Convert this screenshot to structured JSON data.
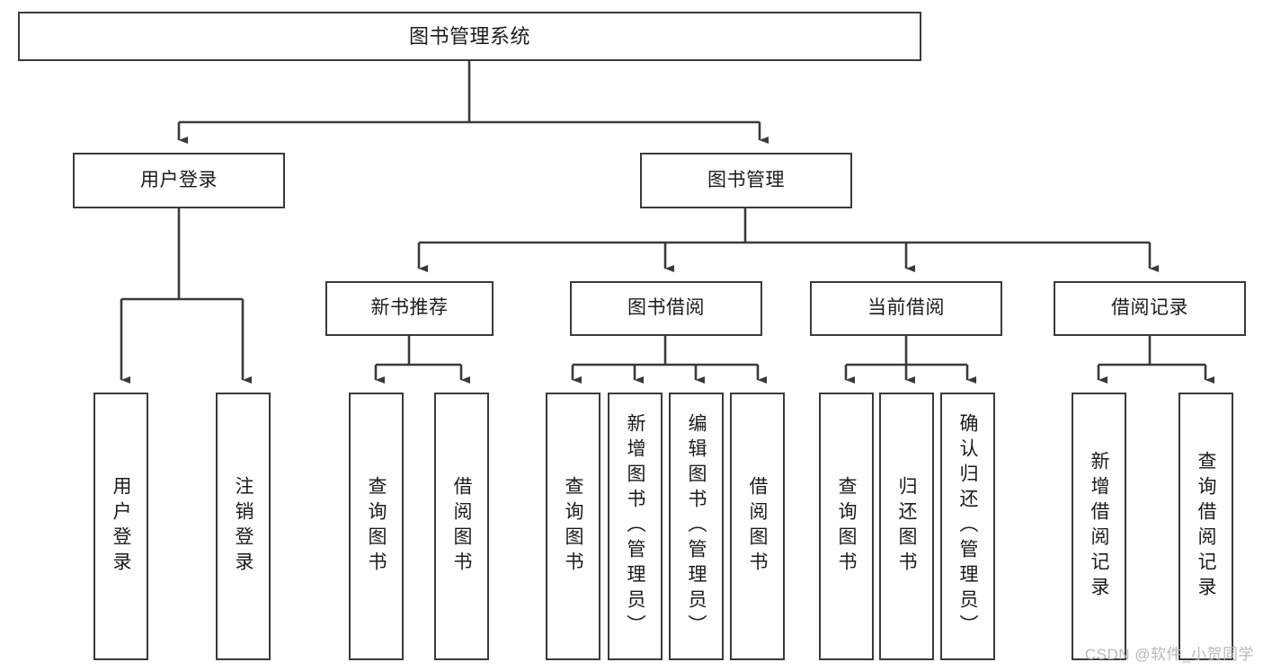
{
  "diagram": {
    "title": "图书管理系统",
    "type": "tree-hierarchy",
    "watermark": "CSDN @软件_小贺同学",
    "colors": {
      "box_border": "#3a3a3a",
      "box_fill": "#ffffff",
      "connector": "#3a3a3a",
      "text": "#1b1b1b",
      "watermark": "#b8b8b8"
    },
    "levels": {
      "root": {
        "label": "图书管理系统"
      },
      "level2": [
        {
          "id": "user-login",
          "label": "用户登录"
        },
        {
          "id": "book-manage",
          "label": "图书管理"
        }
      ],
      "level3": [
        {
          "id": "new-book-recommend",
          "label": "新书推荐",
          "parent": "book-manage"
        },
        {
          "id": "book-borrow",
          "label": "图书借阅",
          "parent": "book-manage"
        },
        {
          "id": "current-borrow",
          "label": "当前借阅",
          "parent": "book-manage"
        },
        {
          "id": "borrow-record",
          "label": "借阅记录",
          "parent": "book-manage"
        }
      ],
      "leaves": [
        {
          "id": "leaf-user-login",
          "label": "用户登录",
          "parent": "user-login"
        },
        {
          "id": "leaf-logout",
          "label": "注销登录",
          "parent": "user-login"
        },
        {
          "id": "leaf-query-book-1",
          "label": "查询图书",
          "parent": "new-book-recommend"
        },
        {
          "id": "leaf-borrow-book-1",
          "label": "借阅图书",
          "parent": "new-book-recommend"
        },
        {
          "id": "leaf-query-book-2",
          "label": "查询图书",
          "parent": "book-borrow"
        },
        {
          "id": "leaf-add-book",
          "label": "新增图书（管理员）",
          "parent": "book-borrow"
        },
        {
          "id": "leaf-edit-book",
          "label": "编辑图书（管理员）",
          "parent": "book-borrow"
        },
        {
          "id": "leaf-borrow-book-2",
          "label": "借阅图书",
          "parent": "book-borrow"
        },
        {
          "id": "leaf-query-book-3",
          "label": "查询图书",
          "parent": "current-borrow"
        },
        {
          "id": "leaf-return-book",
          "label": "归还图书",
          "parent": "current-borrow"
        },
        {
          "id": "leaf-confirm-return",
          "label": "确认归还（管理员）",
          "parent": "current-borrow"
        },
        {
          "id": "leaf-add-record",
          "label": "新增借阅记录",
          "parent": "borrow-record"
        },
        {
          "id": "leaf-query-record",
          "label": "查询借阅记录",
          "parent": "borrow-record"
        }
      ]
    }
  }
}
